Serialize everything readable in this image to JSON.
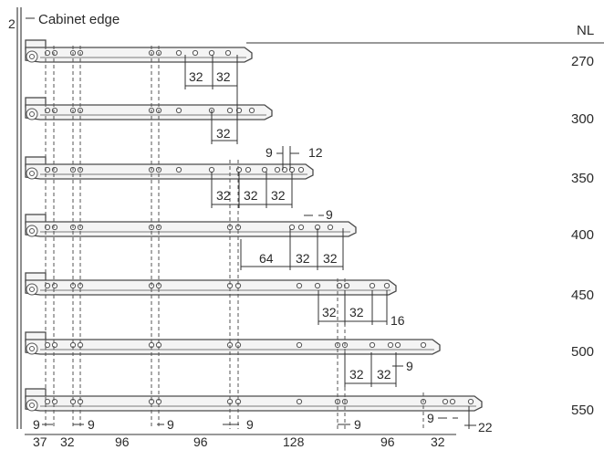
{
  "header": {
    "corner_value": "2",
    "edge_label": "Cabinet edge",
    "column_header": "NL"
  },
  "rails": [
    {
      "nl": "270",
      "dims": [
        "32",
        "32"
      ]
    },
    {
      "nl": "300",
      "dims": [
        "32"
      ]
    },
    {
      "nl": "350",
      "dims": [
        "9",
        "12",
        "32",
        "32",
        "32"
      ]
    },
    {
      "nl": "400",
      "dims": [
        "9",
        "64",
        "32",
        "32"
      ]
    },
    {
      "nl": "450",
      "dims": [
        "32",
        "32",
        "16"
      ]
    },
    {
      "nl": "500",
      "dims": [
        "32",
        "32",
        "9"
      ]
    },
    {
      "nl": "550",
      "dims": [
        "9",
        "22"
      ]
    }
  ],
  "bottom_offsets": [
    "9",
    "9",
    "9",
    "9",
    "9"
  ],
  "bottom_spacings": [
    "37",
    "32",
    "96",
    "96",
    "128",
    "96",
    "32"
  ],
  "colors": {
    "line": "#4a4a4a",
    "text": "#2a2a2a",
    "background": "#ffffff"
  }
}
